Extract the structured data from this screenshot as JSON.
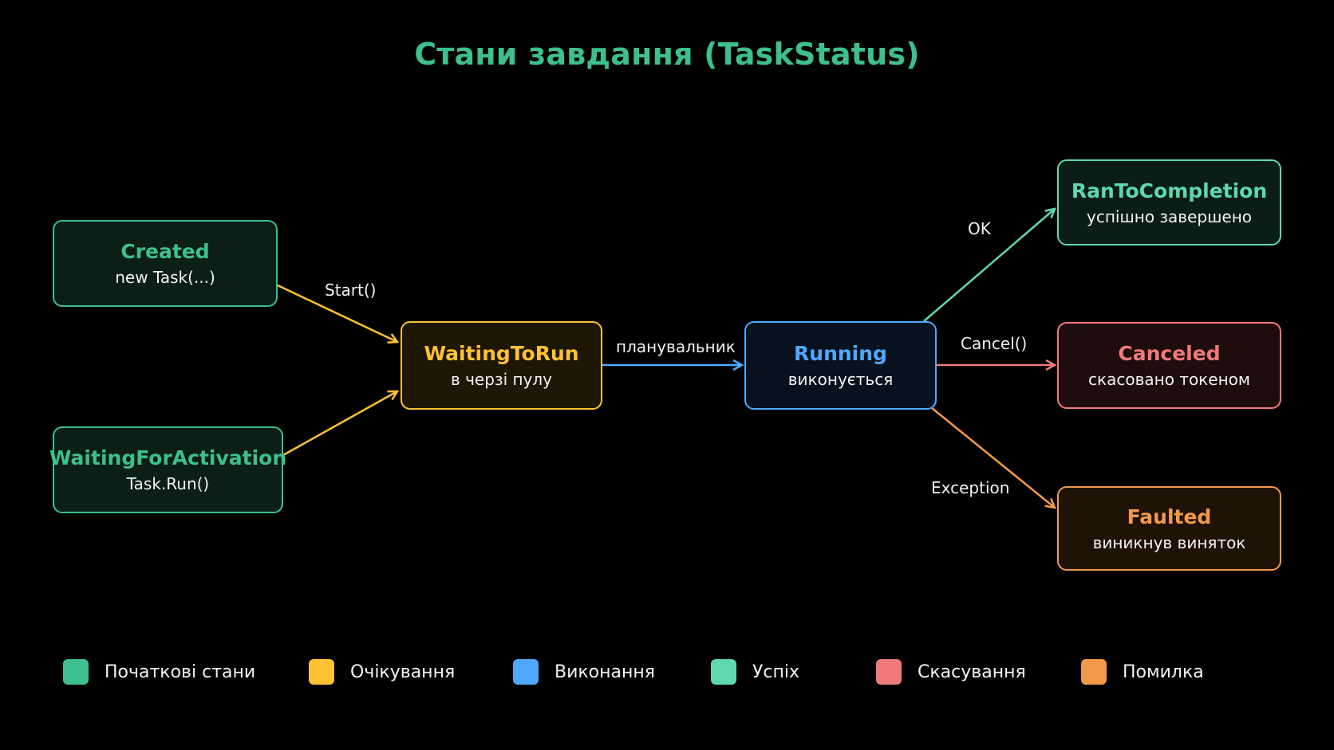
{
  "title": "Стани завдання (TaskStatus)",
  "colors": {
    "initial": "#3dbf8e",
    "waiting": "#ffc233",
    "running": "#4fa9ff",
    "success": "#5fd8ad",
    "canceled": "#f07a7a",
    "faulted": "#f29a4a"
  },
  "nodes": {
    "created": {
      "title": "Created",
      "subtitle": "new Task(...)"
    },
    "waiting_for_activation": {
      "title": "WaitingForActivation",
      "subtitle": "Task.Run()"
    },
    "waiting_to_run": {
      "title": "WaitingToRun",
      "subtitle": "в черзі пулу"
    },
    "running": {
      "title": "Running",
      "subtitle": "виконується"
    },
    "ran_to_completion": {
      "title": "RanToCompletion",
      "subtitle": "успішно завершено"
    },
    "canceled": {
      "title": "Canceled",
      "subtitle": "скасовано токеном"
    },
    "faulted": {
      "title": "Faulted",
      "subtitle": "виникнув виняток"
    }
  },
  "edges": {
    "start": "Start()",
    "scheduler": "планувальник",
    "ok": "OK",
    "cancel": "Cancel()",
    "exception": "Exception"
  },
  "legend": [
    {
      "label": "Початкові стани",
      "color": "#3dbf8e"
    },
    {
      "label": "Очікування",
      "color": "#ffc233"
    },
    {
      "label": "Виконання",
      "color": "#4fa9ff"
    },
    {
      "label": "Успіх",
      "color": "#5fd8ad"
    },
    {
      "label": "Скасування",
      "color": "#f07a7a"
    },
    {
      "label": "Помилка",
      "color": "#f29a4a"
    }
  ]
}
